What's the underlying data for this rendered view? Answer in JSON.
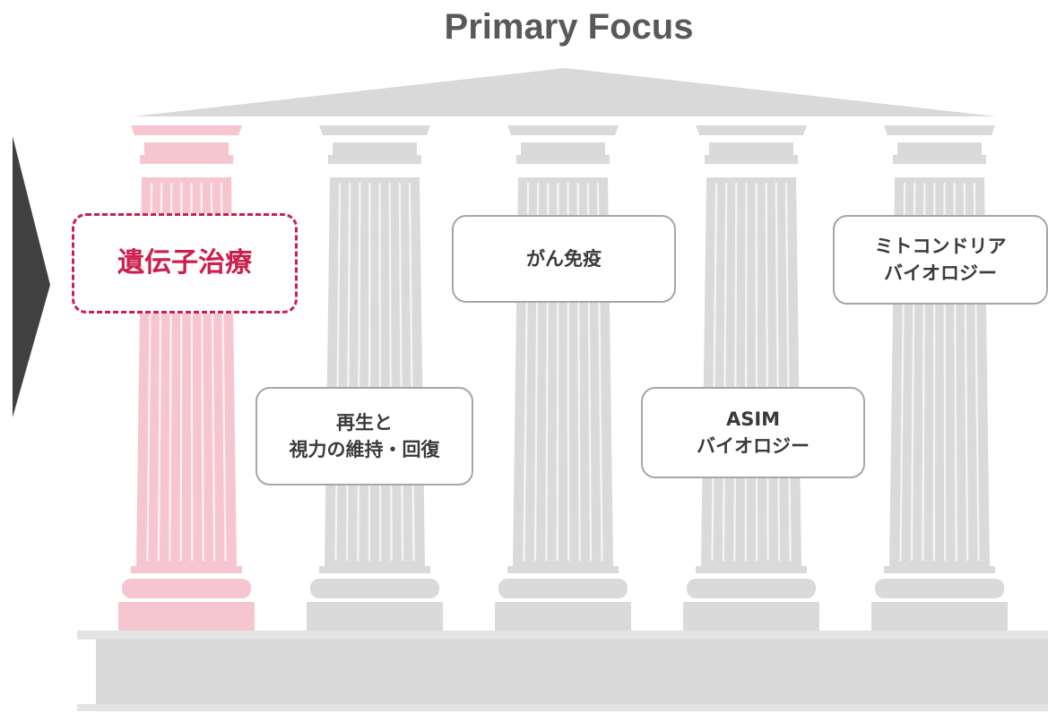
{
  "title": "Primary Focus",
  "colors": {
    "active": "#cc1f4d",
    "active_column": "#f6c6d0",
    "inactive_column": "#dadada",
    "roof": "#d9d9d9",
    "text": "#595959"
  },
  "pillars": [
    {
      "label": "遺伝子治療",
      "active": true
    },
    {
      "label": "再生と\n視力の維持・回復",
      "active": false
    },
    {
      "label": "がん免疫",
      "active": false
    },
    {
      "label": "ASIM\nバイオロジー",
      "active": false
    },
    {
      "label": "ミトコンドリア\nバイオロジー",
      "active": false
    }
  ]
}
